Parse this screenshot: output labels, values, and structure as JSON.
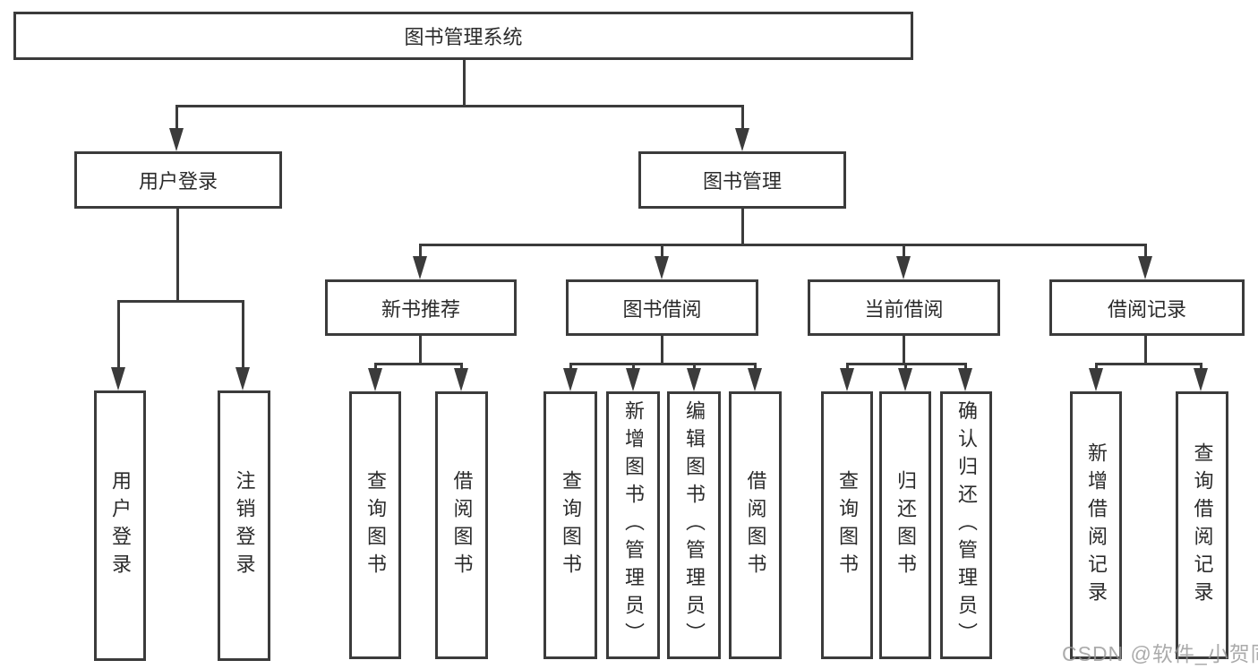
{
  "diagram": {
    "root_label": "图书管理系统",
    "branches": [
      {
        "label": "用户登录",
        "children": [
          "用户登录",
          "注销登录"
        ]
      },
      {
        "label": "图书管理",
        "children": [
          {
            "label": "新书推荐",
            "children": [
              "查询图书",
              "借阅图书"
            ]
          },
          {
            "label": "图书借阅",
            "children": [
              "查询图书",
              "新增图书（管理员）",
              "编辑图书（管理员）",
              "借阅图书"
            ]
          },
          {
            "label": "当前借阅",
            "children": [
              "查询图书",
              "归还图书",
              "确认归还（管理员）"
            ]
          },
          {
            "label": "借阅记录",
            "children": [
              "新增借阅记录",
              "查询借阅记录"
            ]
          }
        ]
      }
    ]
  },
  "watermark": "CSDN @软件_小贺同学",
  "colors": {
    "line": "#3b3b3b",
    "text": "#2b2b2b",
    "watermark": "#969696",
    "background": "#ffffff"
  }
}
